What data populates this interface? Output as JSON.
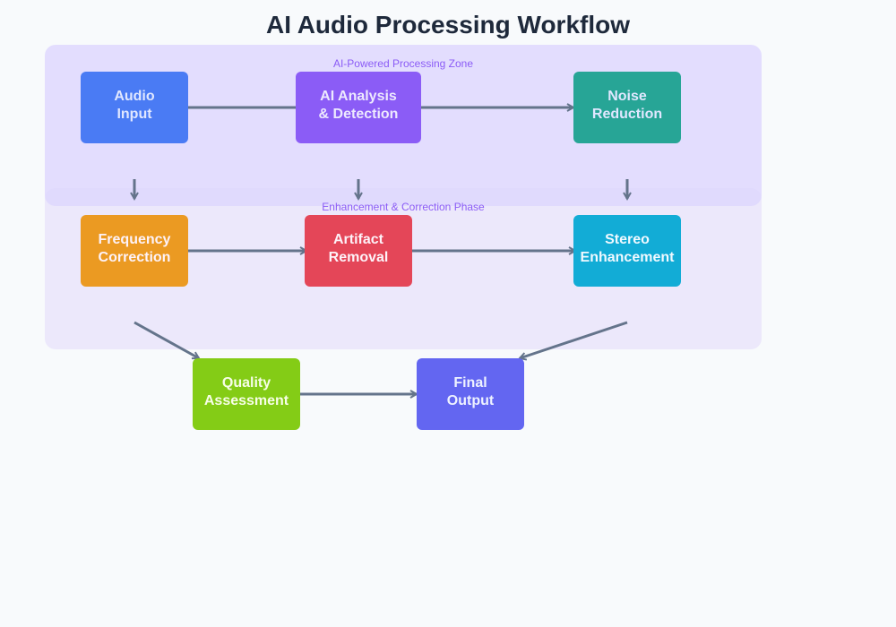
{
  "title": "AI Audio Processing Workflow",
  "zones": [
    {
      "id": "zone-ai",
      "label": "AI-Powered Processing Zone",
      "fill": "#ddd6fe",
      "opacity": 0.8
    },
    {
      "id": "zone-enh",
      "label": "Enhancement & Correction Phase",
      "fill": "#e9e5fb",
      "opacity": 0.85
    }
  ],
  "nodes": [
    {
      "id": "audio-input",
      "lines": [
        "Audio",
        "Input"
      ],
      "color": "#4a7bf4",
      "text_color": "#e0e7ff"
    },
    {
      "id": "ai-analysis",
      "lines": [
        "AI Analysis",
        "& Detection"
      ],
      "color": "#8b5cf6",
      "text_color": "#ede9fe"
    },
    {
      "id": "noise-reduction",
      "lines": [
        "Noise",
        "Reduction"
      ],
      "color": "#27a596",
      "text_color": "#e0e7ff"
    },
    {
      "id": "frequency-correction",
      "lines": [
        "Frequency",
        "Correction"
      ],
      "color": "#eb9a22",
      "text_color": "#fdf2f8"
    },
    {
      "id": "artifact-removal",
      "lines": [
        "Artifact",
        "Removal"
      ],
      "color": "#e44658",
      "text_color": "#fdf2f8"
    },
    {
      "id": "stereo-enhancement",
      "lines": [
        "Stereo",
        "Enhancement"
      ],
      "color": "#12acd6",
      "text_color": "#f0f9ff"
    },
    {
      "id": "quality-assessment",
      "lines": [
        "Quality",
        "Assessment"
      ],
      "color": "#84cc16",
      "text_color": "#f7fee7"
    },
    {
      "id": "final-output",
      "lines": [
        "Final",
        "Output"
      ],
      "color": "#6366f1",
      "text_color": "#eef2ff"
    }
  ],
  "edges": [
    {
      "from": "audio-input",
      "to": "ai-analysis"
    },
    {
      "from": "ai-analysis",
      "to": "noise-reduction"
    },
    {
      "from": "audio-input",
      "to": "frequency-correction"
    },
    {
      "from": "ai-analysis",
      "to": "artifact-removal"
    },
    {
      "from": "noise-reduction",
      "to": "stereo-enhancement"
    },
    {
      "from": "frequency-correction",
      "to": "artifact-removal"
    },
    {
      "from": "artifact-removal",
      "to": "stereo-enhancement"
    },
    {
      "from": "frequency-correction",
      "to": "quality-assessment"
    },
    {
      "from": "stereo-enhancement",
      "to": "final-output"
    },
    {
      "from": "quality-assessment",
      "to": "final-output"
    }
  ],
  "edge_color": "#64748b"
}
